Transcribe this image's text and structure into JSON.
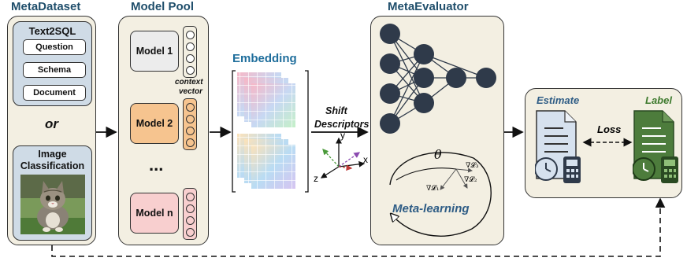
{
  "titles": {
    "metadataset": "MetaDataset",
    "model_pool": "Model Pool",
    "embedding": "Embedding",
    "meta_evaluator": "MetaEvaluator"
  },
  "metadataset": {
    "text2sql": {
      "title": "Text2SQL",
      "items": [
        "Question",
        "Schema",
        "Document"
      ]
    },
    "or": "or",
    "image": {
      "title_line1": "Image",
      "title_line2": "Classification"
    }
  },
  "model_pool": {
    "models": [
      "Model 1",
      "Model 2",
      "Model n"
    ],
    "ellipsis": "...",
    "context_vector_line1": "context",
    "context_vector_line2": "vector"
  },
  "shift": {
    "line1": "Shift",
    "line2": "Descriptors",
    "axis_x": "x",
    "axis_y": "y",
    "axis_z": "z"
  },
  "meta_evaluator": {
    "theta": "θ",
    "grad1": "∇𝓛₁",
    "grad2": "∇𝓛₂",
    "grad3": "∇𝓛₃",
    "meta_learning": "Meta-learning"
  },
  "output": {
    "estimate": "Estimate",
    "label": "Label",
    "loss": "Loss"
  },
  "colors": {
    "panel": "#f3efe2",
    "subpanel": "#cfdbe6",
    "model1": "#ececec",
    "model2": "#f6c48f",
    "modeln": "#f8cfcf",
    "context_vector": "#f6c48f",
    "nn_node": "#2f3a4a",
    "estimate_doc": "#d6e1ee",
    "label_doc": "#4d7c3c",
    "title_text": "#1f4e6b",
    "meta_learning_text": "#2e5c85"
  }
}
